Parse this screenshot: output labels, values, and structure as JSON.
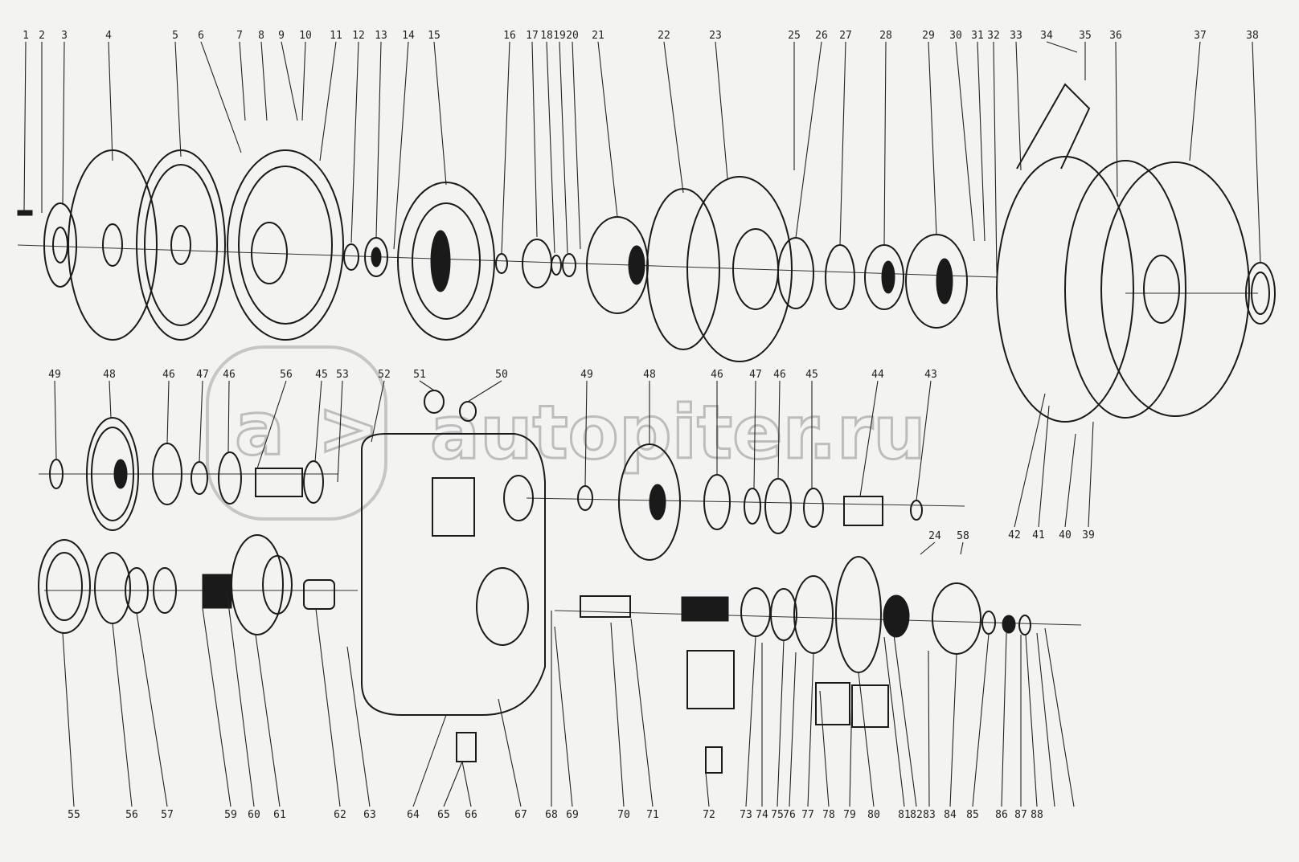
{
  "watermark": {
    "text": "autopiter.ru"
  },
  "callouts_top": [
    "1",
    "2",
    "3",
    "4",
    "5",
    "6",
    "7",
    "8",
    "9",
    "10",
    "11",
    "12",
    "13",
    "14",
    "15",
    "16",
    "17",
    "18",
    "19",
    "20",
    "21",
    "22",
    "23",
    "25",
    "26",
    "27",
    "28",
    "29",
    "30",
    "31",
    "32",
    "33",
    "34",
    "35",
    "36",
    "37",
    "38"
  ],
  "callouts_mid": [
    "49",
    "48",
    "46",
    "47",
    "46",
    "56",
    "45",
    "53",
    "52",
    "51",
    "50",
    "49",
    "48",
    "46",
    "47",
    "46",
    "45",
    "44",
    "43"
  ],
  "callouts_right": [
    "42",
    "41",
    "40",
    "39"
  ],
  "callouts_small": [
    "24",
    "58"
  ],
  "callouts_bottom": [
    "55",
    "56",
    "57",
    "59",
    "60",
    "61",
    "62",
    "63",
    "64",
    "65",
    "66",
    "67",
    "68",
    "69",
    "70",
    "71",
    "72",
    "73",
    "74",
    "75",
    "76",
    "77",
    "78",
    "79",
    "80",
    "81",
    "82",
    "83",
    "84",
    "85",
    "86",
    "87",
    "88"
  ]
}
